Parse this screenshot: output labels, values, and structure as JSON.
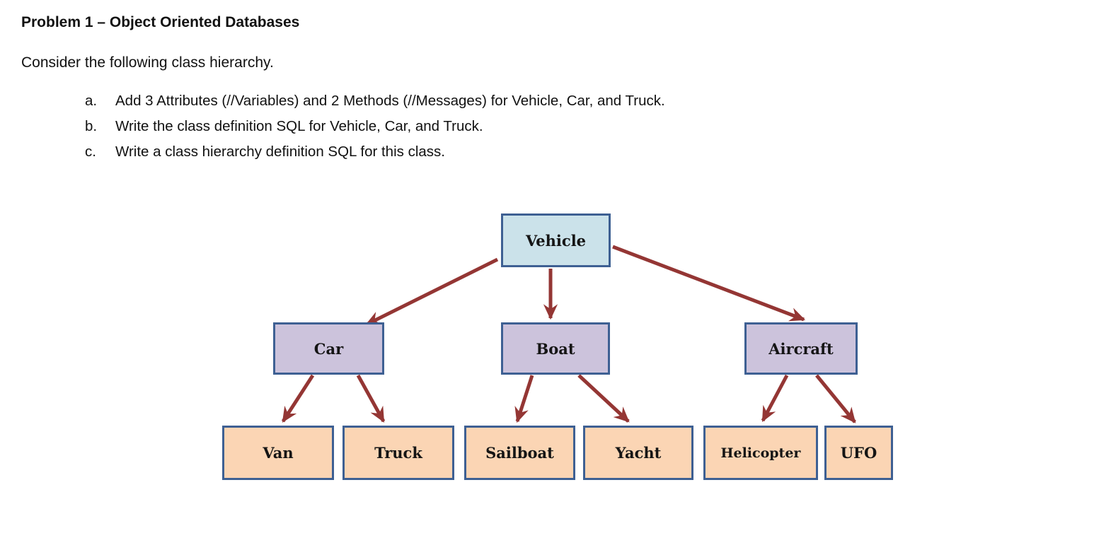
{
  "page": {
    "title": "Problem 1 – Object Oriented Databases",
    "intro": "Consider the following class hierarchy.",
    "tasks": [
      {
        "marker": "a.",
        "text": "Add 3 Attributes (//Variables) and 2 Methods (//Messages) for Vehicle, Car, and Truck."
      },
      {
        "marker": "b.",
        "text": "Write the class definition SQL for Vehicle, Car, and Truck."
      },
      {
        "marker": "c.",
        "text": "Write a class hierarchy definition SQL for this class."
      }
    ]
  },
  "diagram": {
    "type": "class-hierarchy",
    "root": "Vehicle",
    "nodes": [
      {
        "id": "vehicle",
        "label": "Vehicle",
        "level": 1,
        "parent": null
      },
      {
        "id": "car",
        "label": "Car",
        "level": 2,
        "parent": "Vehicle"
      },
      {
        "id": "boat",
        "label": "Boat",
        "level": 2,
        "parent": "Vehicle"
      },
      {
        "id": "aircraft",
        "label": "Aircraft",
        "level": 2,
        "parent": "Vehicle"
      },
      {
        "id": "van",
        "label": "Van",
        "level": 3,
        "parent": "Car"
      },
      {
        "id": "truck",
        "label": "Truck",
        "level": 3,
        "parent": "Car"
      },
      {
        "id": "sailboat",
        "label": "Sailboat",
        "level": 3,
        "parent": "Boat"
      },
      {
        "id": "yacht",
        "label": "Yacht",
        "level": 3,
        "parent": "Boat"
      },
      {
        "id": "helicopter",
        "label": "Helicopter",
        "level": 3,
        "parent": "Aircraft"
      },
      {
        "id": "ufo",
        "label": "UFO",
        "level": 3,
        "parent": "Aircraft"
      }
    ],
    "edges": [
      {
        "from": "Vehicle",
        "to": "Car"
      },
      {
        "from": "Vehicle",
        "to": "Boat"
      },
      {
        "from": "Vehicle",
        "to": "Aircraft"
      },
      {
        "from": "Car",
        "to": "Van"
      },
      {
        "from": "Car",
        "to": "Truck"
      },
      {
        "from": "Boat",
        "to": "Sailboat"
      },
      {
        "from": "Boat",
        "to": "Yacht"
      },
      {
        "from": "Aircraft",
        "to": "Helicopter"
      },
      {
        "from": "Aircraft",
        "to": "UFO"
      }
    ],
    "colors": {
      "root_fill": "#cbe2ea",
      "mid_fill": "#ccc3dc",
      "leaf_fill": "#fbd5b4",
      "node_border": "#3e6093",
      "arrow": "#943634"
    }
  }
}
